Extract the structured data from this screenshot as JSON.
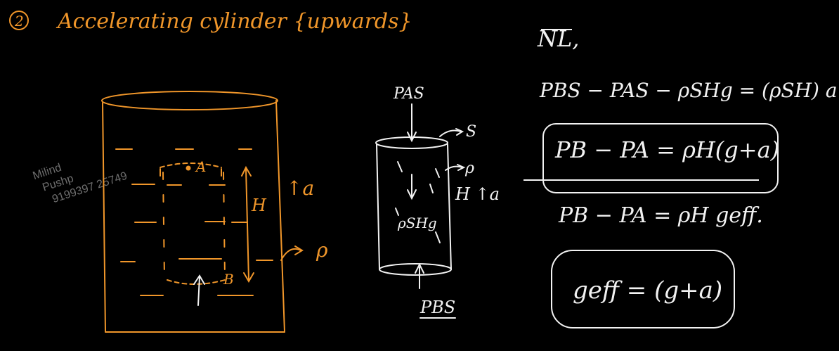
{
  "header": {
    "number": "2",
    "title": "Accelerating cylinder {upwards}"
  },
  "watermark": {
    "line1": "Milind",
    "line2": "Pushp",
    "line3": "9199397 25749"
  },
  "left_figure": {
    "point_a": "A",
    "point_b": "B",
    "height": "H",
    "accel": "↑a",
    "density": "ρ"
  },
  "middle_figure": {
    "top_force": "PAS",
    "bottom_force": "PBS",
    "area": "S",
    "density": "ρ",
    "weight": "ρSHg",
    "height_accel": "H ↑a"
  },
  "equations": {
    "heading": "NL,",
    "eq1": "PBS − PAS − ρSHg = (ρSH) a",
    "eq2": "PB − PA = ρH(g+a)",
    "eq3": "PB − PA = ρH geff.",
    "eq4": "geff = (g+a)"
  },
  "colors": {
    "orange": "#f0962a",
    "white": "#f2f2f2",
    "background": "#000000"
  }
}
